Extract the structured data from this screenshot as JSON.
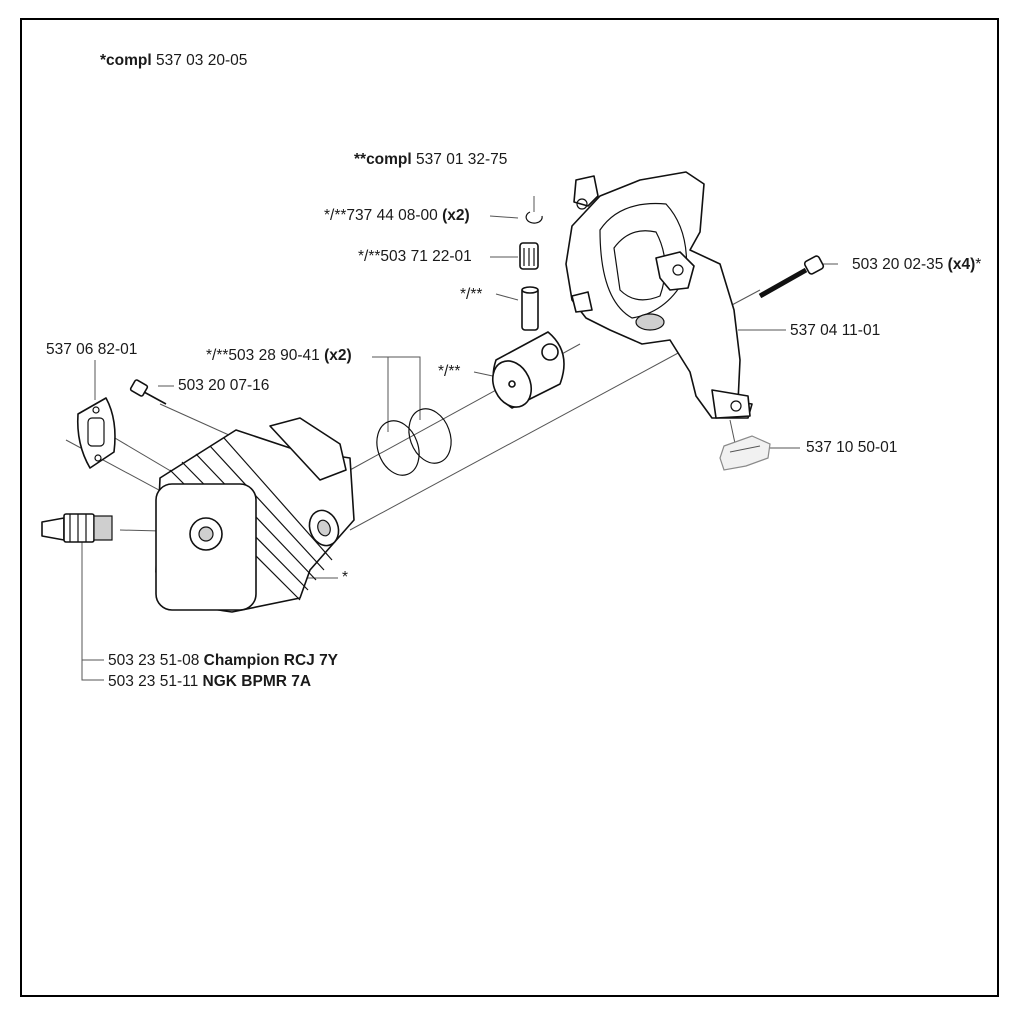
{
  "compl_main": {
    "prefix": "*compl",
    "number": "537 03 20-05"
  },
  "compl_sub": {
    "prefix": "**compl",
    "number": "537 01 32-75"
  },
  "parts": {
    "circlip": {
      "number": "*/**737 44 08-00",
      "qty": "(x2)"
    },
    "needle_bearing": {
      "number": "*/**503 71 22-01"
    },
    "piston_pin": {
      "number": "*/**"
    },
    "piston_rings": {
      "number": "*/**503 28 90-41",
      "qty": "(x2)"
    },
    "piston": {
      "number": "*/**"
    },
    "gasket": {
      "number": "537 06 82-01"
    },
    "cylinder_screw": {
      "number": "503 20 07-16"
    },
    "crankcase_screw": {
      "number": "503 20 02-35",
      "qty": "(x4)",
      "suffix": "*"
    },
    "crankcase": {
      "number": "537 04 11-01"
    },
    "clip": {
      "number": "537 10 50-01"
    },
    "cylinder": {
      "number": "*"
    },
    "spark_plug_1": {
      "number": "503 23 51-08",
      "brand": "Champion RCJ 7Y"
    },
    "spark_plug_2": {
      "number": "503 23 51-11",
      "brand": "NGK BPMR 7A"
    }
  }
}
